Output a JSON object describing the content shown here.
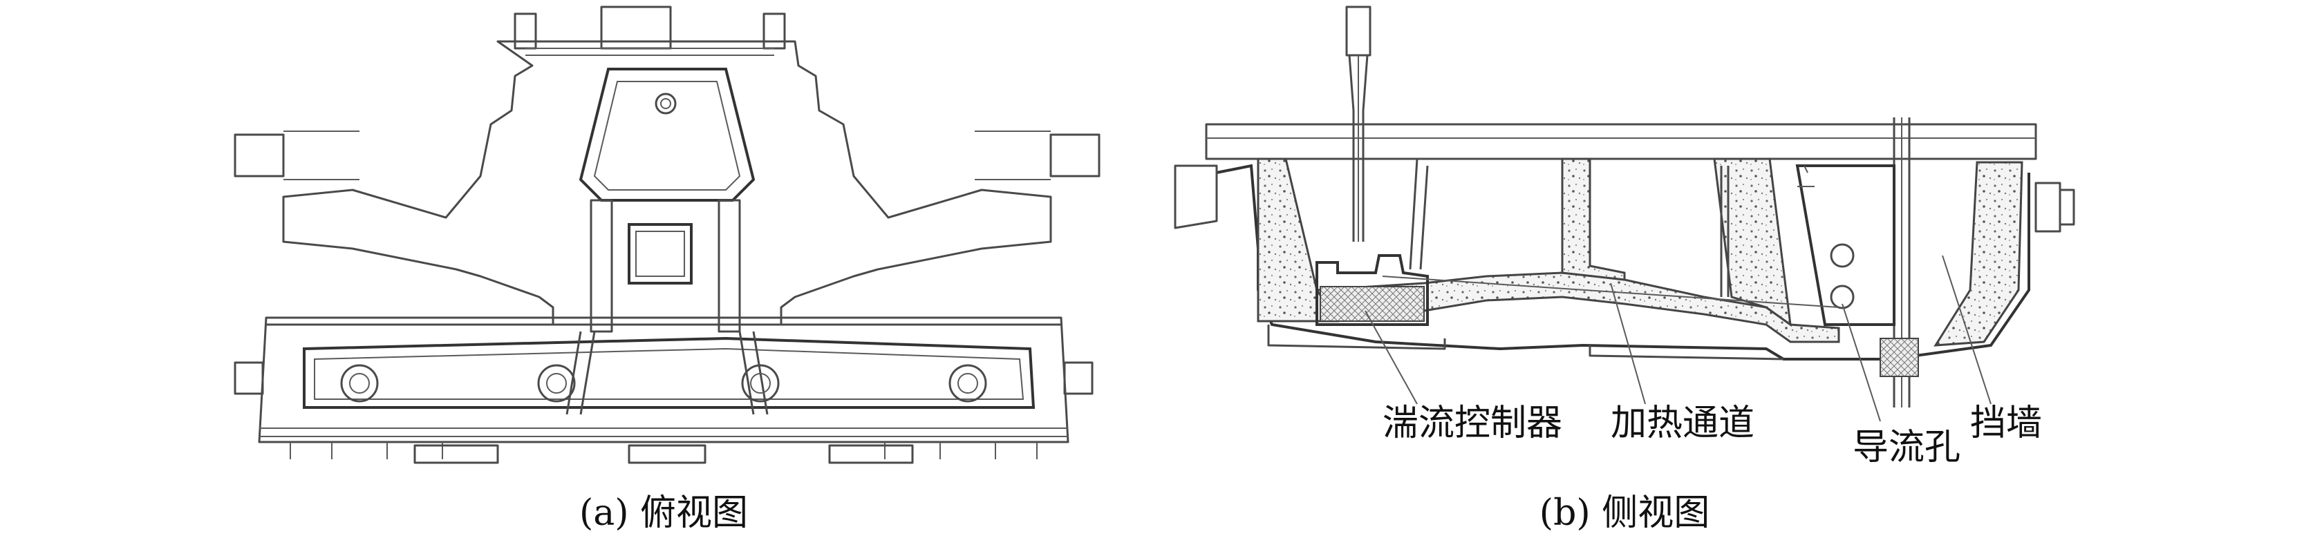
{
  "figure": {
    "caption_a": "(a) 俯视图",
    "caption_b": "(b) 侧视图",
    "labels": {
      "turbulence_controller": "湍流控制器",
      "heating_channel": "加热通道",
      "guide_hole": "导流孔",
      "retaining_wall": "挡墙"
    }
  }
}
